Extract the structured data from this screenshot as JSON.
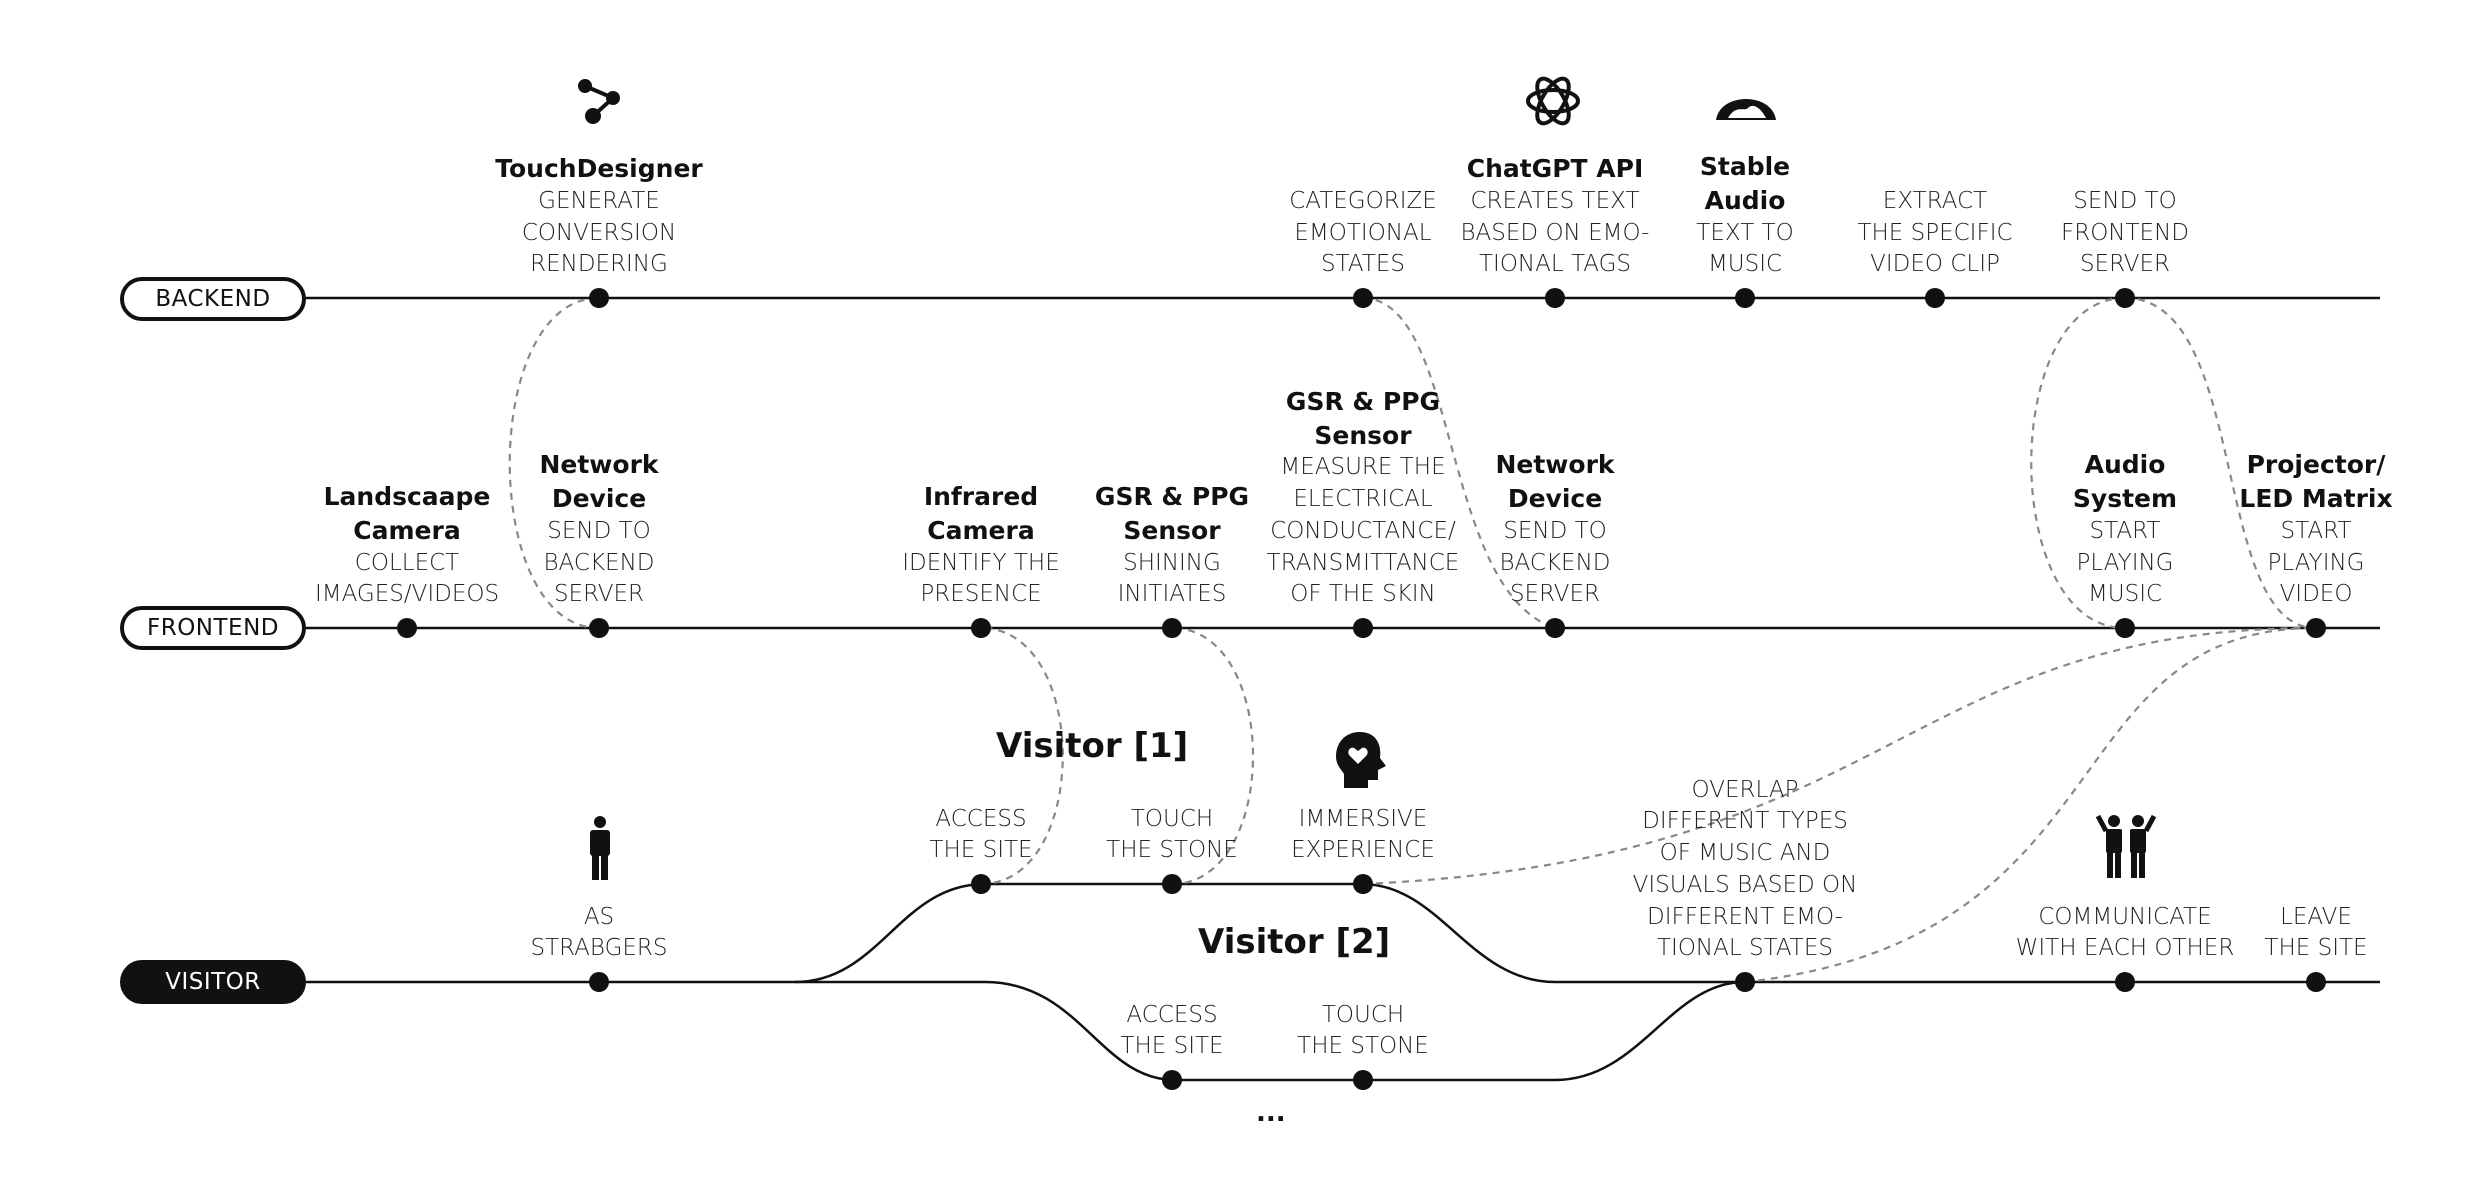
{
  "lanes": {
    "backend": "BACKEND",
    "frontend": "FRONTEND",
    "visitor": "VISITOR"
  },
  "backend_nodes": [
    {
      "title": "TouchDesigner",
      "desc": "GENERATE\nCONVERSION\nRENDERING",
      "icon": "touchdesigner-icon"
    },
    {
      "title": "",
      "desc": "CATEGORIZE\nEMOTIONAL\nSTATES"
    },
    {
      "title": "ChatGPT API",
      "desc": "CREATES TEXT\nBASED ON EMO-\nTIONAL TAGS",
      "icon": "openai-icon"
    },
    {
      "title": "Stable\nAudio",
      "desc": "TEXT TO\nMUSIC",
      "icon": "stable-audio-icon"
    },
    {
      "title": "",
      "desc": "EXTRACT\nTHE SPECIFIC\nVIDEO CLIP"
    },
    {
      "title": "",
      "desc": "SEND TO\nFRONTEND\nSERVER"
    }
  ],
  "frontend_nodes": [
    {
      "title": "Landscaape\nCamera",
      "desc": "COLLECT\nIMAGES/VIDEOS"
    },
    {
      "title": "Network\nDevice",
      "desc": "SEND TO\nBACKEND\nSERVER"
    },
    {
      "title": "Infrared\nCamera",
      "desc": "IDENTIFY THE\nPRESENCE"
    },
    {
      "title": "GSR & PPG\nSensor",
      "desc": "SHINING\nINITIATES"
    },
    {
      "title": "GSR & PPG\nSensor",
      "desc": "MEASURE THE\nELECTRICAL\nCONDUCTANCE/\nTRANSMITTANCE\nOF THE SKIN"
    },
    {
      "title": "Network\nDevice",
      "desc": "SEND TO\nBACKEND\nSERVER"
    },
    {
      "title": "Audio\nSystem",
      "desc": "START\nPLAYING\nMUSIC"
    },
    {
      "title": "Projector/\nLED Matrix",
      "desc": "START\nPLAYING\nVIDEO"
    }
  ],
  "visitor_nodes": [
    {
      "title": "",
      "desc": "AS\nSTRABGERS",
      "icon": "standing-person-icon"
    },
    {
      "title": "",
      "desc": "OVERLAP\nDIFFERENT TYPES\nOF MUSIC AND\nVISUALS BASED ON\nDIFFERENT EMO-\nTIONAL STATES"
    },
    {
      "title": "",
      "desc": "COMMUNICATE\nWITH EACH OTHER",
      "icon": "two-people-icon"
    },
    {
      "title": "",
      "desc": "LEAVE\nTHE SITE"
    }
  ],
  "visitor1": {
    "title": "Visitor [1]",
    "nodes": [
      {
        "desc": "ACCESS\nTHE SITE"
      },
      {
        "desc": "TOUCH\nTHE STONE"
      },
      {
        "desc": "IMMERSIVE\nEXPERIENCE",
        "icon": "head-heart-icon"
      }
    ]
  },
  "visitor2": {
    "title": "Visitor [2]",
    "nodes": [
      {
        "desc": "ACCESS\nTHE SITE"
      },
      {
        "desc": "TOUCH\nTHE STONE"
      }
    ]
  },
  "ellipsis": "...",
  "colors": {
    "line": "#111111",
    "dashed": "#888888",
    "pill_fill": "#111111",
    "pill_text_on_fill": "#ffffff"
  }
}
